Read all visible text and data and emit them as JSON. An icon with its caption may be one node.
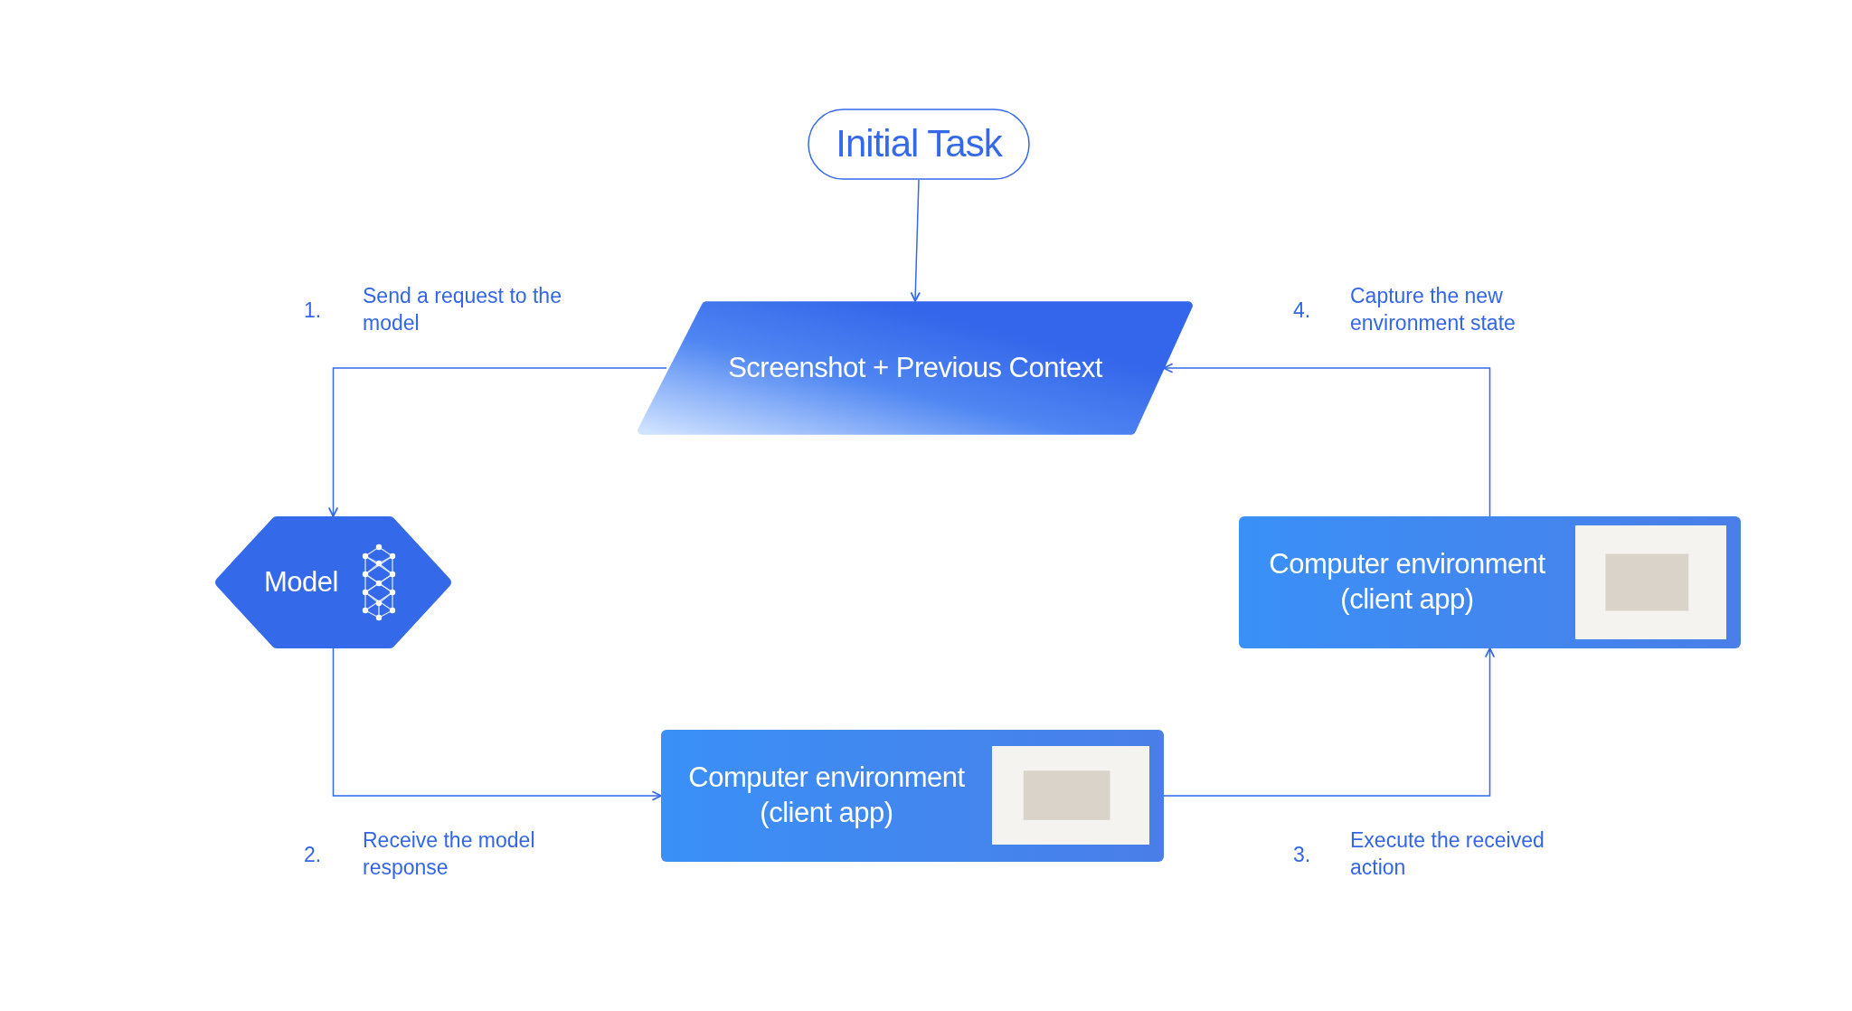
{
  "diagram": {
    "nodes": [
      {
        "text": [
          "Initial Task"
        ]
      },
      {
        "text": [
          "Screenshot + Previous Context"
        ]
      },
      {
        "text": [
          "Model"
        ]
      },
      {
        "text": [
          "Computer environment (client app)"
        ]
      },
      {
        "text": [
          "Computer environment (client app)"
        ]
      }
    ],
    "edges": [
      {
        "from": 0,
        "to": 1,
        "arrow": "to"
      },
      {
        "from": 1,
        "to": 2,
        "arrow": "to"
      },
      {
        "from": 2,
        "to": 4,
        "arrow": "to"
      },
      {
        "from": 4,
        "to": 3,
        "arrow": "to"
      },
      {
        "from": 3,
        "to": 1,
        "arrow": "to"
      }
    ],
    "labels": [
      "1.",
      "Send a request to the model",
      "4.",
      "Capture the new environment state",
      "2.",
      "Receive the model response",
      "3.",
      "Execute the received action"
    ]
  }
}
